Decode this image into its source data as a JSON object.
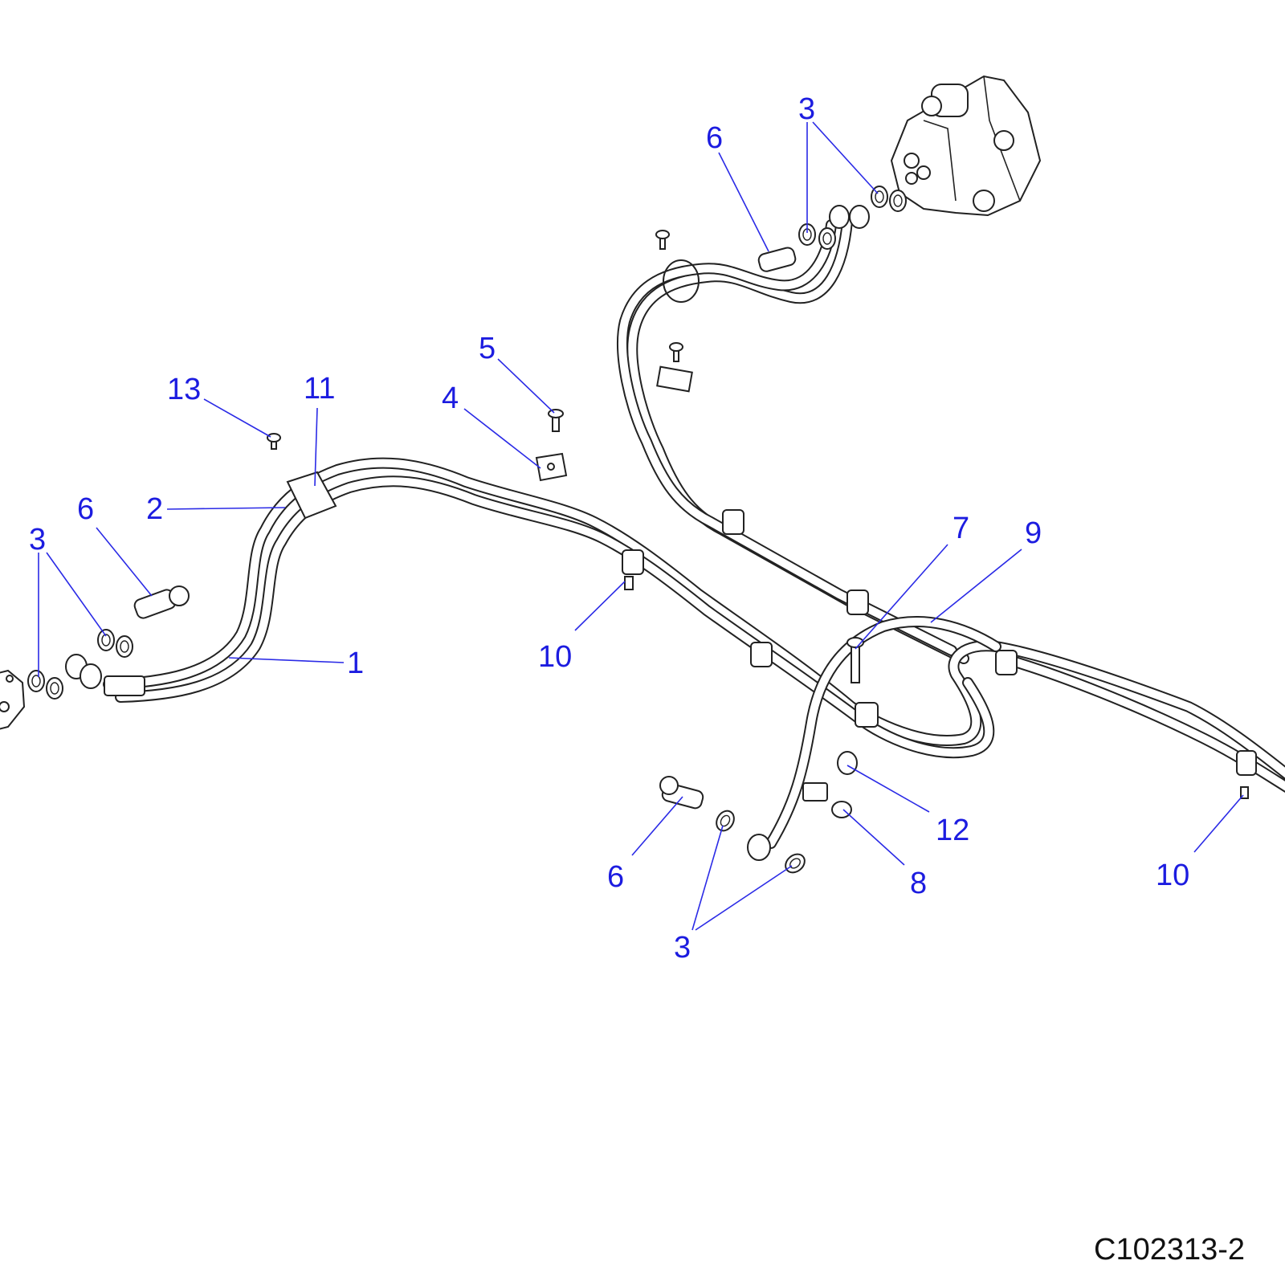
{
  "diagram": {
    "figure_id": "C102313-2",
    "callouts": [
      {
        "id": "c1",
        "label": "1"
      },
      {
        "id": "c2",
        "label": "2"
      },
      {
        "id": "c3a",
        "label": "3"
      },
      {
        "id": "c3b",
        "label": "3"
      },
      {
        "id": "c3c",
        "label": "3"
      },
      {
        "id": "c4",
        "label": "4"
      },
      {
        "id": "c5",
        "label": "5"
      },
      {
        "id": "c6a",
        "label": "6"
      },
      {
        "id": "c6b",
        "label": "6"
      },
      {
        "id": "c6c",
        "label": "6"
      },
      {
        "id": "c7",
        "label": "7"
      },
      {
        "id": "c8",
        "label": "8"
      },
      {
        "id": "c9",
        "label": "9"
      },
      {
        "id": "c10a",
        "label": "10"
      },
      {
        "id": "c10b",
        "label": "10"
      },
      {
        "id": "c11",
        "label": "11"
      },
      {
        "id": "c12",
        "label": "12"
      },
      {
        "id": "c13",
        "label": "13"
      }
    ]
  },
  "colors": {
    "callout": "#1c1ce0",
    "leader": "#2a2ae6",
    "line_art": "#222222",
    "background": "#ffffff"
  }
}
